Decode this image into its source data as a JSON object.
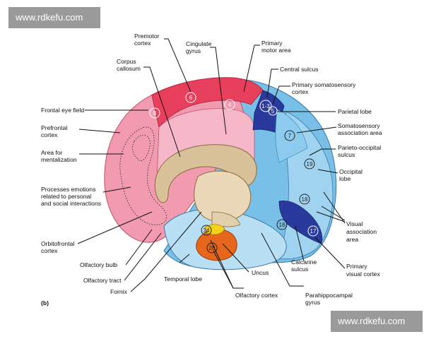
{
  "watermark_top": "www.rdkefu.com",
  "watermark_bottom": "www.rdkefu.com",
  "figure_label": "(b)",
  "labels": {
    "premotor_1": "Premotor",
    "premotor_2": "cortex",
    "cingulate_1": "Cingulate",
    "cingulate_2": "gyrus",
    "primary_motor_1": "Primary",
    "primary_motor_2": "motor area",
    "corpus_1": "Corpus",
    "corpus_2": "callosum",
    "central_sulcus": "Central sulcus",
    "prim_soma_1": "Primary somatosensory",
    "prim_soma_2": "cortex",
    "frontal_eye": "Frontal eye field",
    "parietal": "Parietal lobe",
    "soma_assoc_1": "Somatosensory",
    "soma_assoc_2": "association area",
    "prefrontal_1": "Prefrontal",
    "prefrontal_2": "cortex",
    "parieto_occ_1": "Parieto-occipital",
    "parieto_occ_2": "sulcus",
    "area_ment_1": "Area for",
    "area_ment_2": "mentalization",
    "occipital_1": "Occipital",
    "occipital_2": "lobe",
    "processes_1": "Processes emotions",
    "processes_2": "related to personal",
    "processes_3": "and social interactions",
    "visual_assoc_1": "Visual",
    "visual_assoc_2": "association",
    "visual_assoc_3": "area",
    "orbitofrontal_1": "Orbitofrontal",
    "orbitofrontal_2": "cortex",
    "olf_bulb": "Olfactory bulb",
    "calcarine_1": "Calcarine",
    "calcarine_2": "sulcus",
    "primary_visual_1": "Primary",
    "primary_visual_2": "visual cortex",
    "olf_tract": "Olfactory tract",
    "uncus": "Uncus",
    "temporal": "Temporal lobe",
    "fornix": "Fornix",
    "olf_cortex": "Olfactory cortex",
    "parahippo_1": "Parahippocampal",
    "parahippo_2": "gyrus"
  },
  "areas": {
    "a6": "6",
    "a4": "4",
    "a8": "8",
    "a1_3": "1-3",
    "a5": "5",
    "a7": "7",
    "a19": "19",
    "a18": "18",
    "a18b": "18",
    "a17": "17",
    "a34": "34",
    "a28": "28"
  },
  "colors": {
    "frontal_pink": "#f29bb0",
    "motor_red": "#e8405c",
    "cingulate_pink": "#f6b8c8",
    "corpus": "#d9c29a",
    "thalamus": "#ead8b8",
    "parietal_blue": "#78c0e8",
    "occipital_blue": "#9fd3f0",
    "temporal_blue": "#b8dff3",
    "dark_blue": "#2a3a9c",
    "olfactory_orange": "#e6671c",
    "yellow": "#f4d21c"
  }
}
